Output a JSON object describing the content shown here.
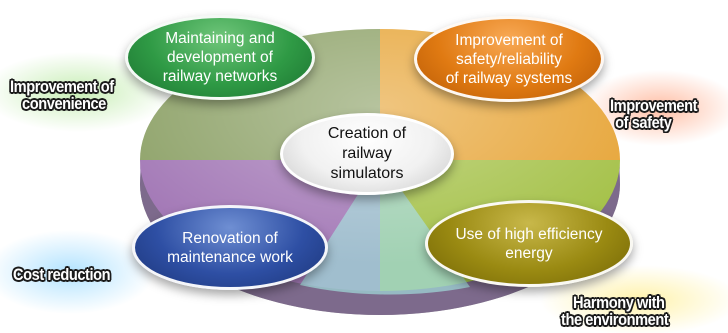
{
  "center": {
    "label": "Creation of\nrailway\nsimulators"
  },
  "segments": [
    {
      "key": "networks",
      "label": "Maintaining and\ndevelopment of\nrailway networks"
    },
    {
      "key": "safety",
      "label": "Improvement of\nsafety/reliability\nof railway systems"
    },
    {
      "key": "maintenance",
      "label": "Renovation of\nmaintenance work"
    },
    {
      "key": "energy",
      "label": "Use of high efficiency\nenergy"
    }
  ],
  "goals": {
    "convenience": [
      "Improvement of",
      "convenience"
    ],
    "safety": [
      "Improvement",
      "of safety"
    ],
    "cost": [
      "Cost reduction"
    ],
    "environment": [
      "Harmony with",
      "the environment"
    ]
  },
  "colors": {
    "networks": "#2f9a45",
    "safety": "#e07a12",
    "maintenance": "#2e4fa4",
    "energy": "#9a8a12",
    "center": "#f1f1f1"
  }
}
